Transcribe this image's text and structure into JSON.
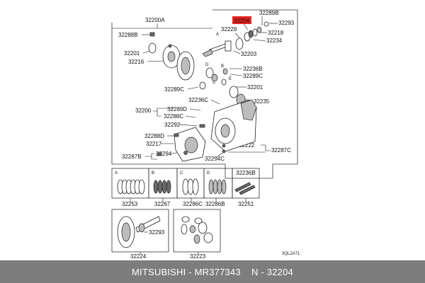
{
  "highlight_color": "#e8231f",
  "labels": {
    "l32200A": "32200A",
    "l32289B": "32289B",
    "l32204": "32204",
    "l32293a": "32293",
    "l32229": "32229",
    "l32218": "32218",
    "l32234": "32234",
    "l32288B": "32288B",
    "l32201a": "32201",
    "l32216": "32216",
    "l32203": "32203",
    "l32236B": "32236B",
    "l32289C1": "32289C",
    "l32289C2": "32289C",
    "l32201b": "32201",
    "l32235": "32235",
    "l32236C": "32236C",
    "l32200": "32200",
    "l32289D": "32289D",
    "l32288C": "32288C",
    "l32292": "32292",
    "l32288D": "32288D",
    "l32217": "32217",
    "l32287B": "32287B",
    "l32294": "32294",
    "l32294C": "32294C",
    "l32222": "32222",
    "l32287C": "32287C",
    "mA": "A",
    "mB": "B",
    "mC": "C",
    "mD": "D",
    "mE": "E"
  },
  "kits": {
    "A": {
      "letter": "A",
      "part": "32253"
    },
    "B": {
      "letter": "B",
      "part": "32267"
    },
    "C": {
      "letter": "C",
      "part": "32286C"
    },
    "D": {
      "letter": "D",
      "part": "32286B"
    },
    "E": {
      "title": "32236B",
      "part": "32251"
    }
  },
  "bottom": {
    "left_inner": "32293",
    "left_part": "32224",
    "right_part": "32223",
    "code": "3QL2A71"
  },
  "footer": {
    "brand": "MITSUBISHI",
    "sep1": " - ",
    "oem_number": "MR377343",
    "sep2": "    ",
    "ref": "N - 32204"
  }
}
